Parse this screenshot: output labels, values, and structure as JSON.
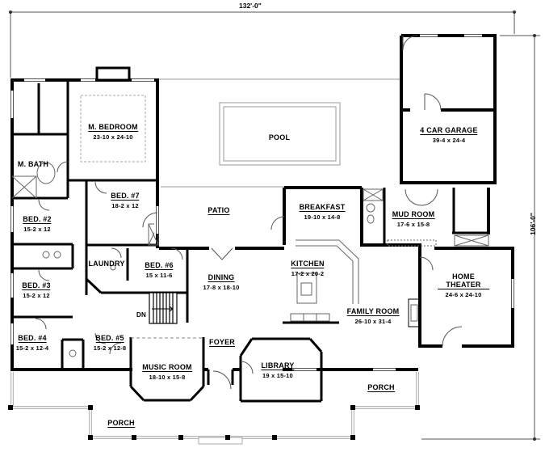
{
  "dimensions": {
    "width": "132'-0\"",
    "height": "106'-0\""
  },
  "stairs": {
    "label": "DN"
  },
  "rooms": {
    "m_bedroom": {
      "name": "M. BEDROOM",
      "dims": "23-10 x 24-10"
    },
    "m_bath": {
      "name": "M. BATH",
      "dims": ""
    },
    "bed2": {
      "name": "BED. #2",
      "dims": "15-2 x 12"
    },
    "bed3": {
      "name": "BED. #3",
      "dims": "15-2 x 12"
    },
    "bed4": {
      "name": "BED. #4",
      "dims": "15-2 x 12-4"
    },
    "bed5": {
      "name": "BED. #5",
      "dims": "15-2 x 12-8"
    },
    "bed6": {
      "name": "BED. #6",
      "dims": "15 x 11-6"
    },
    "bed7": {
      "name": "BED. #7",
      "dims": "18-2 x 12"
    },
    "laundry": {
      "name": "LAUNDRY",
      "dims": ""
    },
    "pool": {
      "name": "POOL",
      "dims": ""
    },
    "patio": {
      "name": "PATIO",
      "dims": ""
    },
    "breakfast": {
      "name": "BREAKFAST",
      "dims": "19-10 x 14-8"
    },
    "mud_room": {
      "name": "MUD ROOM",
      "dims": "17-6 x 15-8"
    },
    "garage": {
      "name": "4 CAR GARAGE",
      "dims": "39-4 x 24-4"
    },
    "dining": {
      "name": "DINING",
      "dims": "17-8 x 18-10"
    },
    "kitchen": {
      "name": "KITCHEN",
      "dims": "17-2 x 20-2"
    },
    "family_room": {
      "name": "FAMILY ROOM",
      "dims": "26-10 x 31-4"
    },
    "home_theater": {
      "name": "HOME THEATER",
      "dims": "24-6 x 24-10"
    },
    "foyer": {
      "name": "FOYER",
      "dims": ""
    },
    "music_room": {
      "name": "MUSIC ROOM",
      "dims": "18-10 x 15-8"
    },
    "library": {
      "name": "LIBRARY",
      "dims": "19 x 15-10"
    },
    "porch_front": {
      "name": "PORCH",
      "dims": ""
    },
    "porch_side": {
      "name": "PORCH",
      "dims": ""
    }
  },
  "colors": {
    "wall": "#000000",
    "thin_line": "#999999",
    "dimension_line": "#555555"
  }
}
